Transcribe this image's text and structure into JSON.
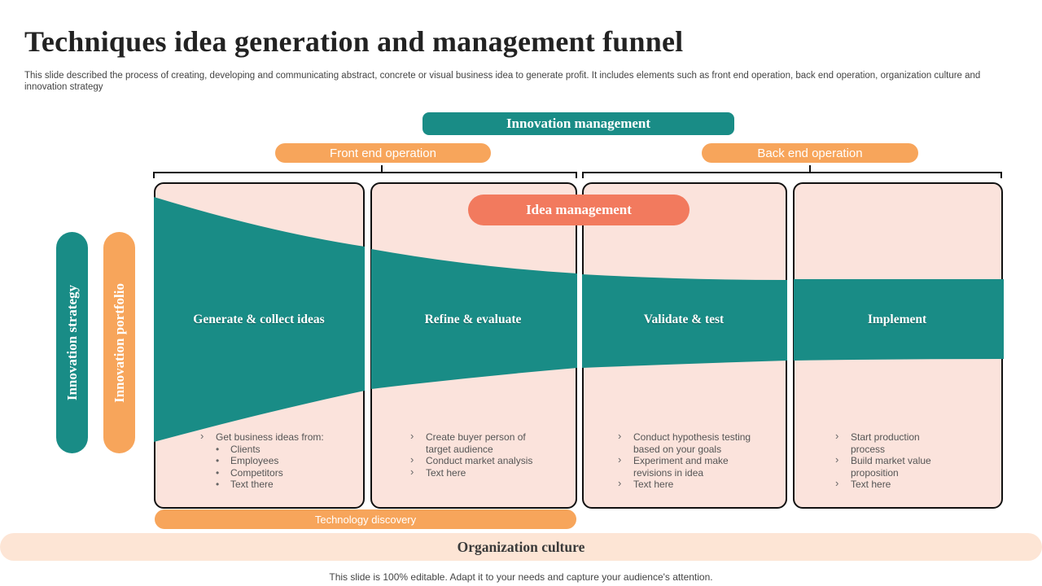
{
  "title": "Techniques idea generation and management funnel",
  "subtitle": "This slide described the process of creating, developing and communicating abstract, concrete or visual business idea to generate profit. It includes elements such as front end operation, back end operation, organization culture and innovation strategy",
  "innovation_management": "Innovation management",
  "front_end": "Front end operation",
  "back_end": "Back end operation",
  "idea_management": "Idea management",
  "innovation_strategy": "Innovation strategy",
  "innovation_portfolio": "Innovation portfolio",
  "technology_discovery": "Technology discovery",
  "organization_culture": "Organization culture",
  "footer": "This slide is 100% editable. Adapt it to your needs and capture your audience's attention.",
  "stages": [
    {
      "label": "Generate & collect ideas",
      "bullets": [
        "Get business ideas from:"
      ],
      "sub_bullets": [
        "Clients",
        "Employees",
        "Competitors",
        "Text there"
      ]
    },
    {
      "label": "Refine & evaluate",
      "bullets": [
        "Create buyer person of target audience",
        "Conduct market analysis",
        "Text here"
      ]
    },
    {
      "label": "Validate & test",
      "bullets": [
        "Conduct hypothesis testing based on your goals",
        "Experiment and make revisions in idea",
        "Text here"
      ]
    },
    {
      "label": "Implement",
      "bullets": [
        "Start production process",
        "Build market value proposition",
        "Text here"
      ]
    }
  ],
  "colors": {
    "teal": "#198c86",
    "orange": "#f7a55b",
    "coral": "#f27a5e",
    "panel": "#fbe3dc",
    "culture_bar": "#fde5d5"
  }
}
